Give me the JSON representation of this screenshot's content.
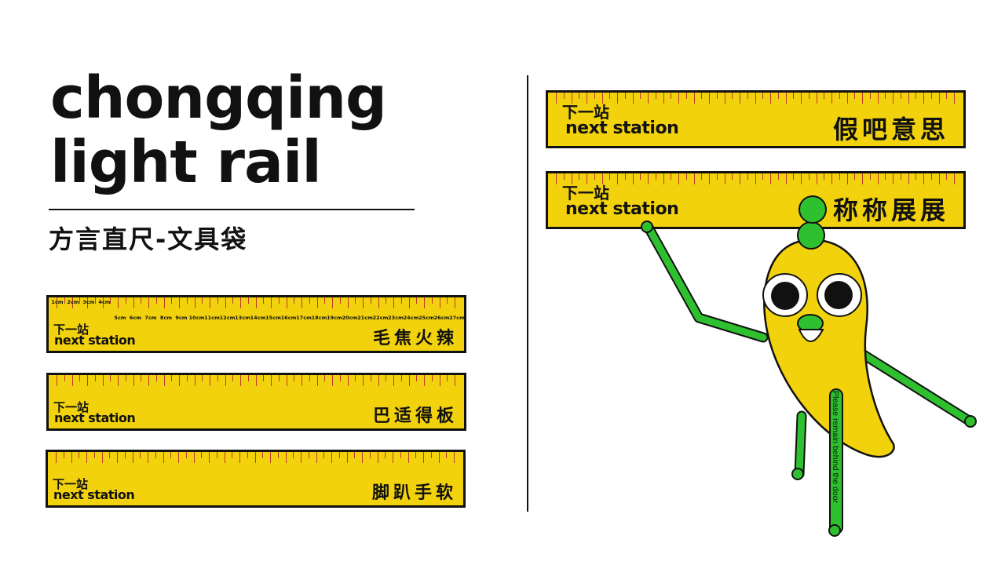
{
  "title": {
    "line1": "chongqing",
    "line2": "light rail"
  },
  "subtitle": "方言直尺-文具袋",
  "next_station": {
    "zh": "下一站",
    "en": "next station"
  },
  "cm_top_labels": [
    "1cm",
    "2cm",
    "3cm",
    "4cm"
  ],
  "cm_bottom_labels": [
    "5cm",
    "6cm",
    "7cm",
    "8cm",
    "9cm",
    "10cm",
    "11cm",
    "12cm",
    "13cm",
    "14cm",
    "15cm",
    "16cm",
    "17cm",
    "18cm",
    "19cm",
    "20cm",
    "21cm",
    "22cm",
    "23cm",
    "24cm",
    "25cm",
    "26cm",
    "27cm"
  ],
  "left_rulers": [
    {
      "phrase": "毛焦火辣"
    },
    {
      "phrase": "巴适得板"
    },
    {
      "phrase": "脚趴手软"
    }
  ],
  "right_rulers": [
    {
      "phrase": "假吧意思"
    },
    {
      "phrase": "称称展展"
    }
  ],
  "mascot": {
    "leg_text": "Please remain behind the door"
  },
  "colors": {
    "ruler_yellow": "#f2d20c",
    "tick_red": "#c0392b",
    "mascot_yellow": "#f2d20c",
    "mascot_green": "#2fc02f",
    "outline": "#111111"
  }
}
